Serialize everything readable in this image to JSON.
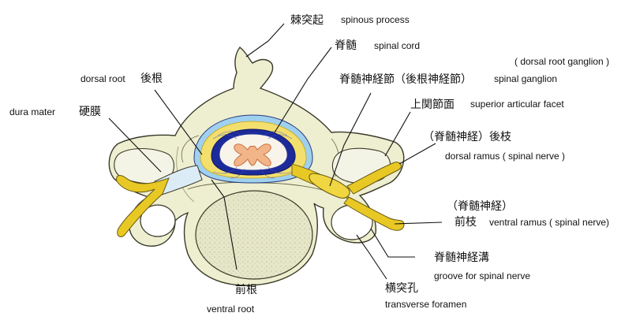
{
  "labels": {
    "spinous_process": {
      "jp": "棘突起",
      "en": "spinous process"
    },
    "spinal_cord": {
      "jp": "脊髄",
      "en": "spinal cord"
    },
    "dorsal_root": {
      "jp": "後根",
      "en": "dorsal root"
    },
    "dorsal_root_ganglion": {
      "en": "( dorsal root ganglion )"
    },
    "spinal_ganglion": {
      "jp": "脊髄神経節（後根神経節）",
      "en": "spinal ganglion"
    },
    "dura_mater": {
      "jp": "硬膜",
      "en": "dura mater"
    },
    "superior_articular_facet": {
      "jp": "上関節面",
      "en": "superior articular facet"
    },
    "dorsal_ramus": {
      "jp": "（脊髄神経）後枝",
      "en": "dorsal ramus ( spinal  nerve )"
    },
    "ventral_ramus": {
      "jp1": "（脊髄神経）",
      "jp2": "前枝",
      "en": "ventral ramus ( spinal  nerve)"
    },
    "groove": {
      "jp": "脊髄神経溝",
      "en": "groove for spinal nerve"
    },
    "transverse_foramen": {
      "jp": "横突孔",
      "en": "transverse foramen"
    },
    "ventral_root": {
      "jp": "前根",
      "en": "ventral root"
    }
  },
  "colors": {
    "bone": "#eeeed0",
    "bone_outline": "#3a3a2a",
    "body_cancellous": "#e4e4c4",
    "nerve_yellow": "#e8c824",
    "csf_yellow": "#f3df6e",
    "dura_blue": "#9fd0ef",
    "cord_blue": "#1c2a9a",
    "gray_matter": "#f2b489"
  }
}
